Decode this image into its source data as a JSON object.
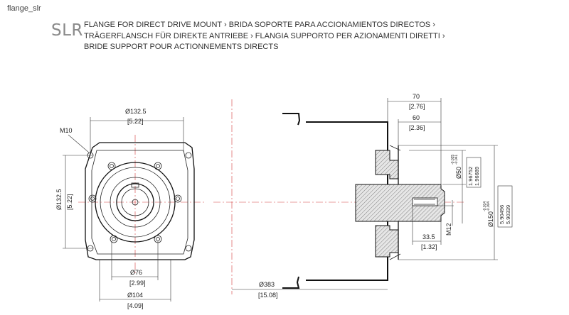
{
  "drawing_tag": "flange_slr",
  "product_code": "SLR",
  "title_lines": [
    "FLANGE FOR DIRECT DRIVE MOUNT › BRIDA SOPORTE PARA ACCIONAMIENTOS DIRECTOS ›",
    "TRÄGERFLANSCH FÜR DIREKTE ANTRIEBE › FLANGIA SUPPORTO PER AZIONAMENTI DIRETTI ›",
    "BRIDE SUPPORT POUR ACTIONNEMENTS DIRECTS"
  ],
  "front_view": {
    "top_dim": "Ø132.5",
    "top_dim_in": "[5.22]",
    "hole_label": "M10",
    "left_dim": "Ø132.5",
    "left_dim_in": "[5.22]",
    "d76": "Ø76",
    "d76_in": "[2.99]",
    "d104": "Ø104",
    "d104_in": "[4.09]"
  },
  "side_view": {
    "d383": "Ø383",
    "d383_in": "[15.08]",
    "dim70": "70",
    "dim70_in": "[2.76]",
    "dim60": "60",
    "dim60_in": "[2.36]",
    "d50": "Ø50",
    "d50_tol_top": "-0.025",
    "d50_tol_bot": "-0.041",
    "d50_in_a": "1.96752",
    "d50_in_b": "1.96689",
    "d150": "Ø150",
    "d150_tol_top": "-0.014",
    "d150_tol_bot": "-0.004",
    "d150_in_a": "5.90496",
    "d150_in_b": "5.90339",
    "thread": "M12",
    "dim335": "33.5",
    "dim335_in": "[1.32]"
  }
}
